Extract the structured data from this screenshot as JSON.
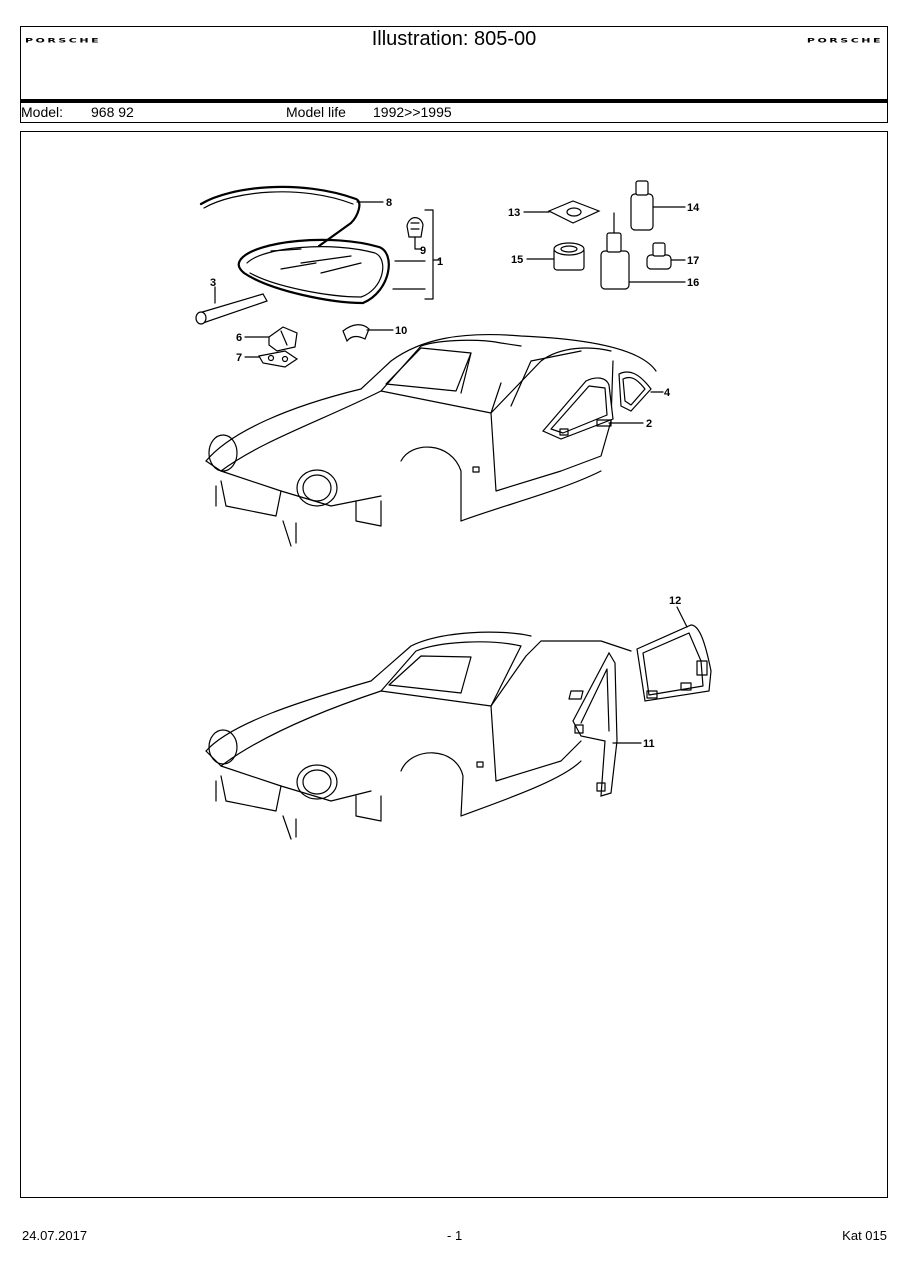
{
  "header": {
    "title": "Illustration: 805-00",
    "brand_left": "PORSCHE",
    "brand_right": "PORSCHE"
  },
  "model_bar": {
    "model_label": "Model:",
    "model_value": "968 92",
    "life_label": "Model life",
    "life_value": "1992>>1995"
  },
  "callouts": [
    "1",
    "2",
    "3",
    "4",
    "6",
    "7",
    "8",
    "9",
    "10",
    "11",
    "12",
    "13",
    "14",
    "15",
    "16",
    "17"
  ],
  "footer": {
    "date": "24.07.2017",
    "page": "- 1",
    "catalog": "Kat 015"
  }
}
